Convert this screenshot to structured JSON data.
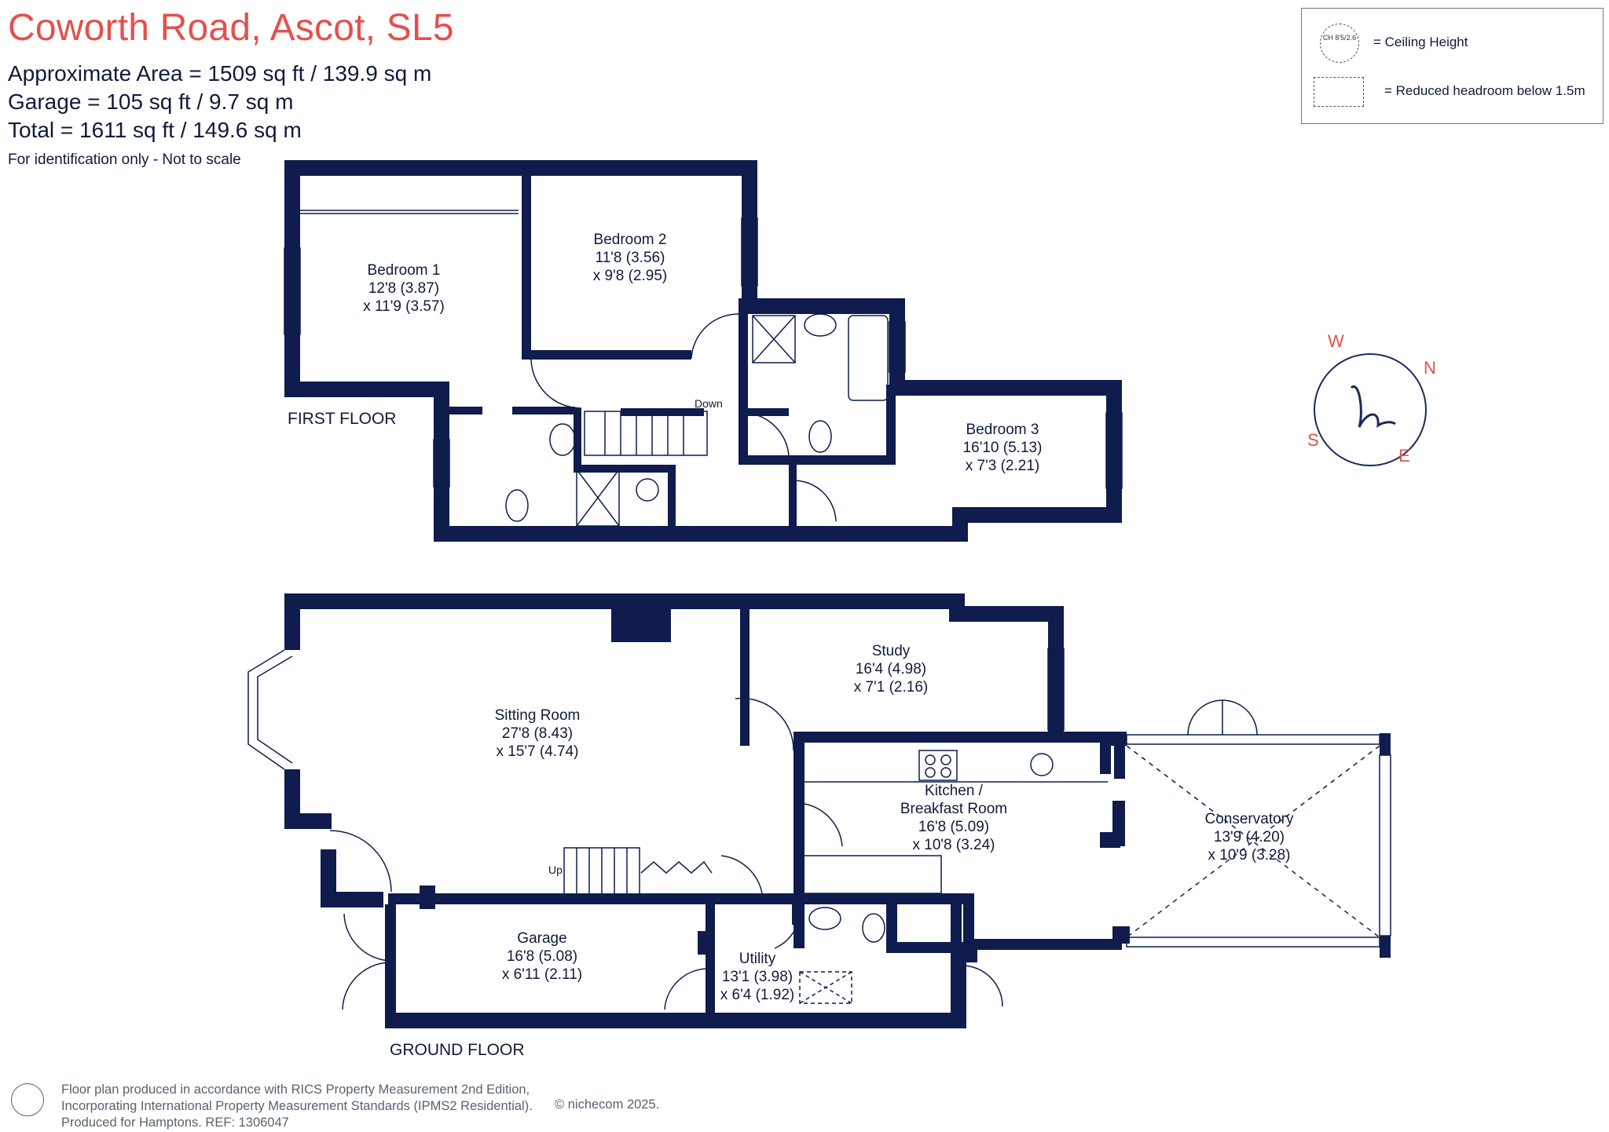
{
  "header": {
    "title": "Coworth Road, Ascot, SL5",
    "area_approx": "Approximate Area = 1509 sq ft / 139.9 sq m",
    "area_garage": "Garage = 105 sq ft / 9.7 sq m",
    "area_total": "Total = 1611 sq ft / 149.6 sq m",
    "note": "For identification only - Not to scale"
  },
  "legend": {
    "ceiling_symbol": "CH 8'5/2.6",
    "ceiling_label": "= Ceiling Height",
    "headroom_label": "= Reduced headroom below 1.5m"
  },
  "floors": {
    "first_floor": "FIRST FLOOR",
    "ground_floor": "GROUND FLOOR"
  },
  "rooms": {
    "bedroom1": {
      "name": "Bedroom 1",
      "dim1": "12'8 (3.87)",
      "dim2": "x 11'9 (3.57)"
    },
    "bedroom2": {
      "name": "Bedroom 2",
      "dim1": "11'8 (3.56)",
      "dim2": "x 9'8 (2.95)"
    },
    "bedroom3": {
      "name": "Bedroom 3",
      "dim1": "16'10 (5.13)",
      "dim2": "x 7'3 (2.21)"
    },
    "sitting": {
      "name": "Sitting Room",
      "dim1": "27'8 (8.43)",
      "dim2": "x 15'7 (4.74)"
    },
    "study": {
      "name": "Study",
      "dim1": "16'4 (4.98)",
      "dim2": "x 7'1 (2.16)"
    },
    "kitchen": {
      "name": "Kitchen /",
      "name2": "Breakfast Room",
      "dim1": "16'8 (5.09)",
      "dim2": "x 10'8 (3.24)"
    },
    "conservatory": {
      "name": "Conservatory",
      "dim1": "13'9 (4.20)",
      "dim2": "x 10'9 (3.28)"
    },
    "garage": {
      "name": "Garage",
      "dim1": "16'8 (5.08)",
      "dim2": "x 6'11 (2.11)"
    },
    "utility": {
      "name": "Utility",
      "dim1": "13'1 (3.98)",
      "dim2": "x 6'4 (1.92)"
    }
  },
  "stairs": {
    "down": "Down",
    "up": "Up"
  },
  "compass": {
    "n": "N",
    "e": "E",
    "s": "S",
    "w": "W"
  },
  "footer": {
    "line1": "Floor plan produced in accordance with RICS Property Measurement 2nd Edition,",
    "line2": "Incorporating International Property Measurement Standards (IPMS2 Residential).",
    "line3": "Produced for Hamptons.   REF:  1306047",
    "brand": "© nichecom 2025."
  },
  "colors": {
    "wall": "#0f1c4d",
    "title": "#e2514d",
    "text": "#111a3a",
    "footer": "#5a6270"
  }
}
